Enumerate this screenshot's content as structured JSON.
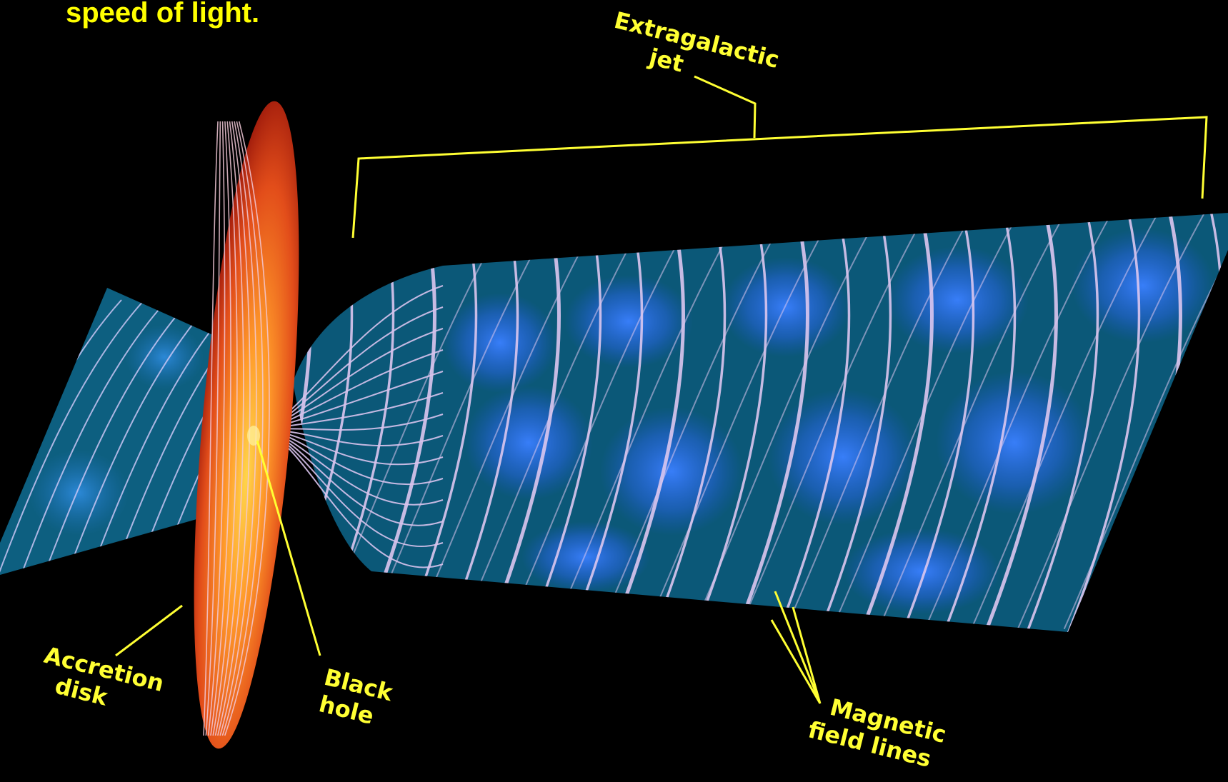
{
  "caption": "speed of light.",
  "labels": {
    "jet_line1": "Extragalactic",
    "jet_line2": "jet",
    "disk_line1": "Accretion",
    "disk_line2": "disk",
    "hole_line1": "Black",
    "hole_line2": "hole",
    "field_line1": "Magnetic",
    "field_line2": "field lines"
  },
  "colors": {
    "background": "#000000",
    "label_yellow": "#ffff33",
    "jet_teal": "#0b5a78",
    "jet_blue_glow": "#2f78ff",
    "field_line_pink": "#dcc4ee",
    "disk_orange": "#ff9a2a",
    "disk_red": "#b8220f"
  }
}
